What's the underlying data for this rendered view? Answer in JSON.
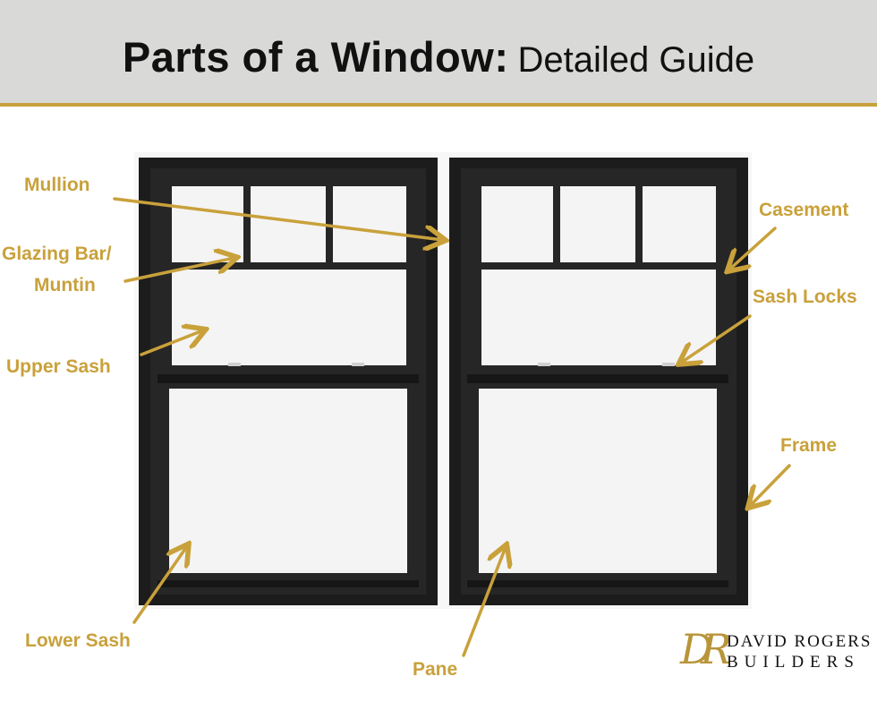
{
  "header": {
    "title_bold": "Parts of a Window:",
    "title_light": "Detailed Guide"
  },
  "labels": {
    "mullion": "Mullion",
    "glazing_bar_line1": "Glazing Bar/",
    "glazing_bar_line2": "Muntin",
    "upper_sash": "Upper Sash",
    "lower_sash": "Lower Sash",
    "casement": "Casement",
    "sash_locks": "Sash Locks",
    "frame": "Frame",
    "pane": "Pane"
  },
  "logo": {
    "monogram": "DR",
    "line1": "DAVID ROGERS",
    "line2": "BUILDERS"
  },
  "colors": {
    "accent_gold": "#c9a13b",
    "header_gray": "#d9d9d7",
    "window_frame": "#1c1c1c",
    "glass": "#f4f4f4"
  }
}
